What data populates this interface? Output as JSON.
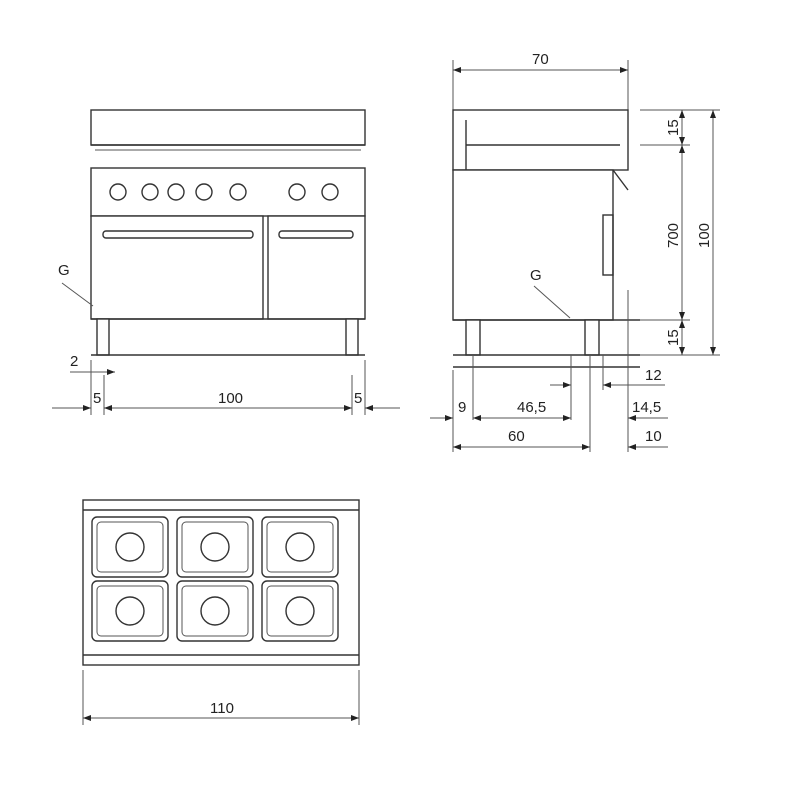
{
  "front_view": {
    "gas_label": "G",
    "dims": {
      "foot_height": "2",
      "left_offset": "5",
      "width": "100",
      "right_offset": "5"
    }
  },
  "side_view": {
    "gas_label": "G",
    "dims": {
      "depth_top": "70",
      "top_height": "15",
      "body_height": "700",
      "total_height": "100",
      "leg_height": "15",
      "leg_set": "12",
      "rear_offset": "9",
      "leg_span": "46,5",
      "front_offset": "14,5",
      "base_depth": "60",
      "handle_depth": "10"
    }
  },
  "top_view": {
    "dims": {
      "width": "110"
    },
    "burner_count": 6
  }
}
